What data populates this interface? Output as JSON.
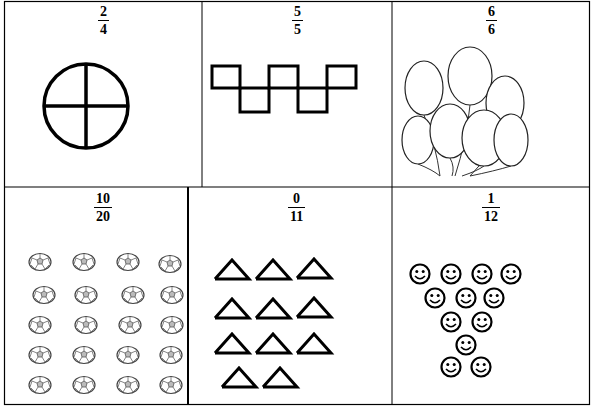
{
  "diagram": {
    "labels": [
      "2",
      "4",
      "5",
      "5",
      "6",
      "6",
      "10",
      "20",
      "0",
      "11",
      "1",
      "12"
    ]
  }
}
